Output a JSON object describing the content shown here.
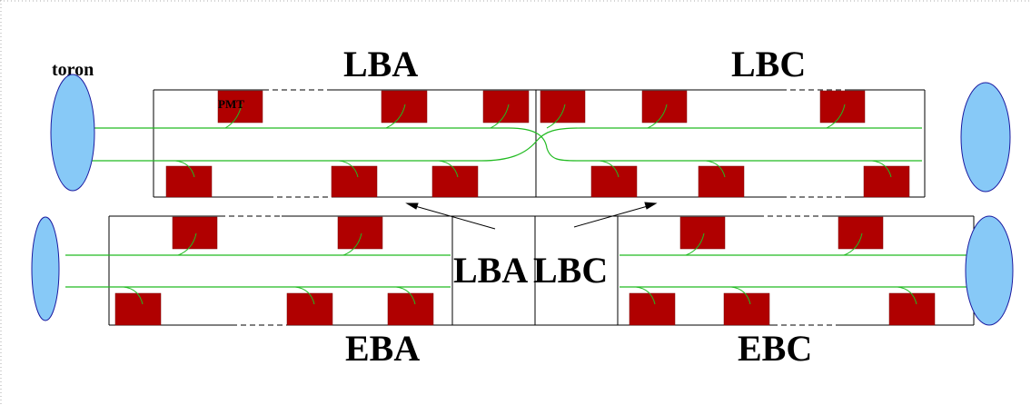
{
  "labels": {
    "toron": "toron",
    "pmt": "PMT",
    "lba_top": "LBA",
    "lbc_top": "LBC",
    "lba_center": "LBA",
    "lbc_center": "LBC",
    "eba_bottom": "EBA",
    "ebc_bottom": "EBC"
  },
  "colors": {
    "pmt_fill": "#b00000",
    "fiber": "#22bb22",
    "toron_fill": "#87c9f7",
    "toron_stroke": "#1a1aa0",
    "outline": "#000000",
    "frame_dots": "#aaaaaa"
  }
}
